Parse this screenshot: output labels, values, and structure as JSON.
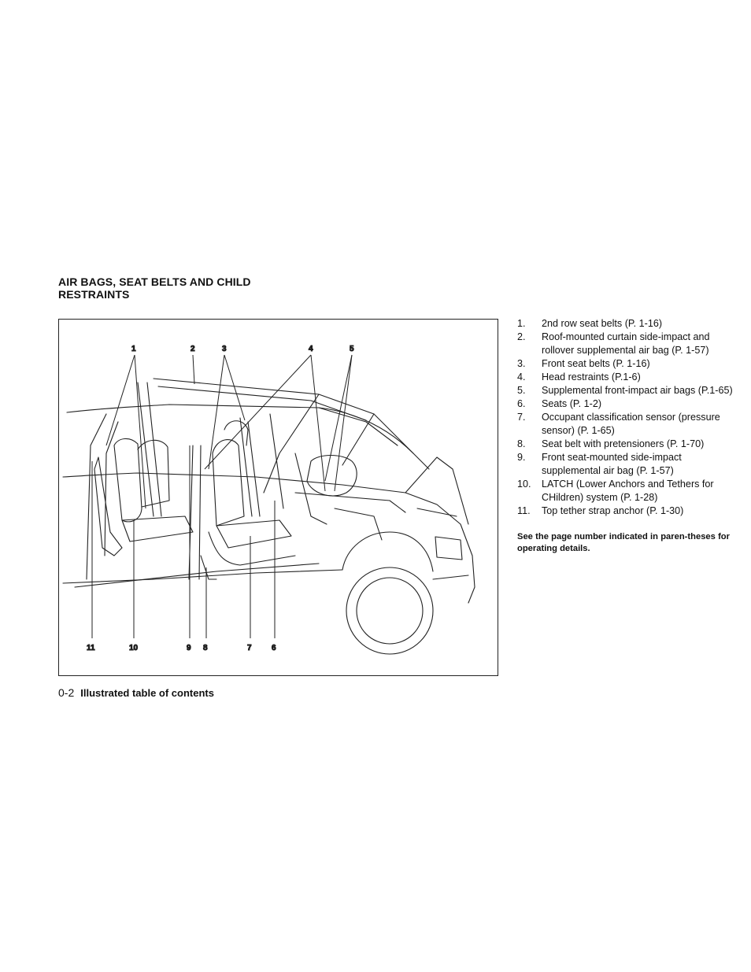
{
  "section_title": "AIR BAGS, SEAT BELTS AND CHILD RESTRAINTS",
  "figure": {
    "callouts_top": [
      "1",
      "2",
      "3",
      "4",
      "5"
    ],
    "callouts_bottom": [
      "11",
      "10",
      "9",
      "8",
      "7",
      "6"
    ]
  },
  "items": [
    {
      "num": "1.",
      "text": "2nd row seat belts (P. 1-16)"
    },
    {
      "num": "2.",
      "text": "Roof-mounted curtain side-impact and rollover supplemental air bag (P. 1-57)"
    },
    {
      "num": "3.",
      "text": "Front seat belts (P. 1-16)"
    },
    {
      "num": "4.",
      "text": "Head restraints (P.1-6)"
    },
    {
      "num": "5.",
      "text": "Supplemental front-impact air bags (P.1-65)"
    },
    {
      "num": "6.",
      "text": "Seats (P. 1-2)"
    },
    {
      "num": "7.",
      "text": "Occupant classification sensor (pressure sensor) (P. 1-65)"
    },
    {
      "num": "8.",
      "text": "Seat belt with pretensioners (P. 1-70)"
    },
    {
      "num": "9.",
      "text": "Front seat-mounted side-impact supplemental air bag (P. 1-57)"
    },
    {
      "num": "10.",
      "text": "LATCH (Lower Anchors and Tethers for CHildren) system (P. 1-28)"
    },
    {
      "num": "11.",
      "text": "Top tether strap anchor (P. 1-30)"
    }
  ],
  "note": "See the page number indicated in paren-theses for operating details.",
  "footer": {
    "page_number": "0-2",
    "title": "Illustrated table of contents"
  }
}
